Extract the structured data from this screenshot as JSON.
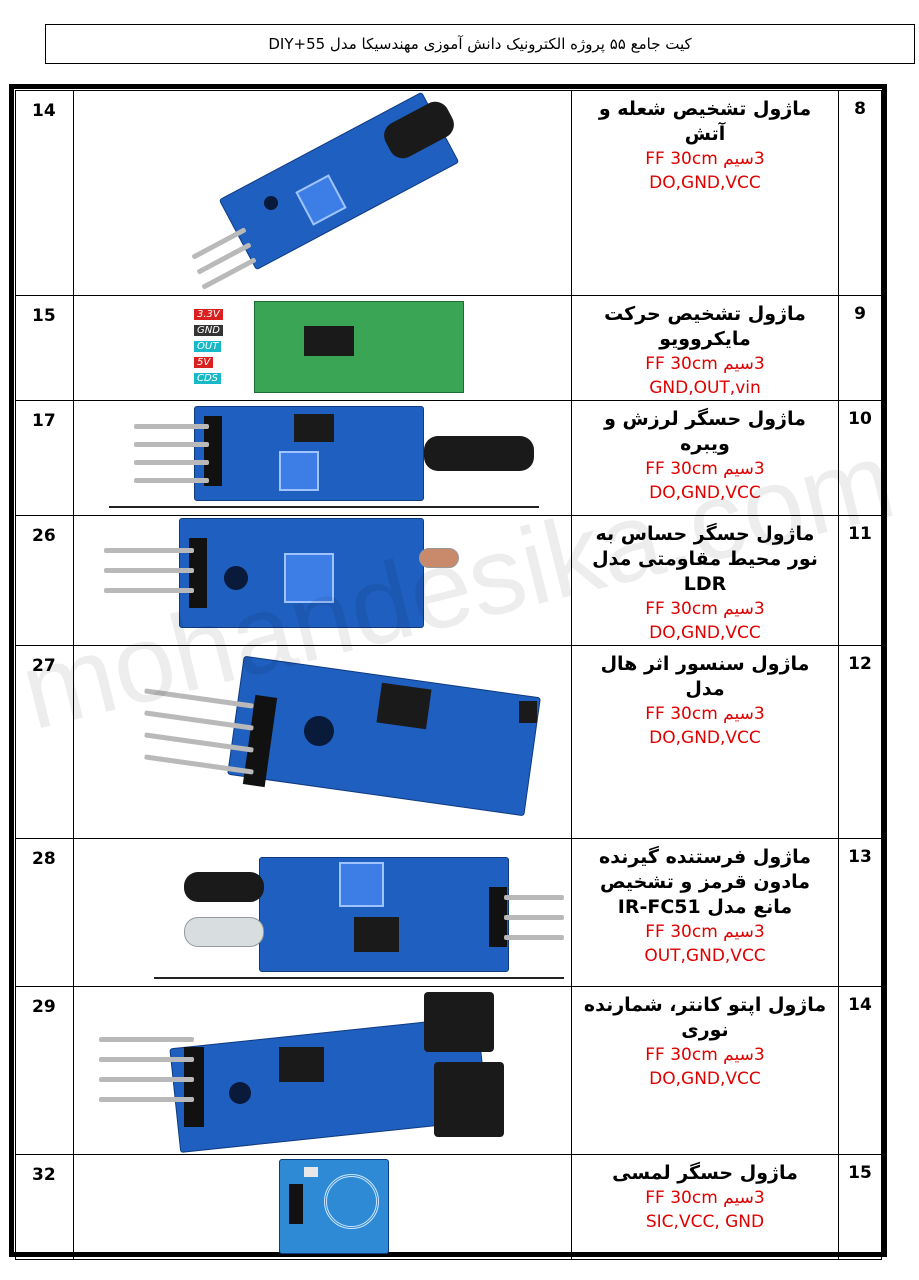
{
  "header": {
    "title": "کیت جامع ۵۵ پروژه الکترونیک دانش آموزی مهندسیکا مدل DIY+55"
  },
  "watermark": "mohandesika.com",
  "rows": [
    {
      "num": "8",
      "title": "ماژول تشخیص شعله و آتش",
      "wire": "3سیم FF 30cm",
      "pins": "DO,GND,VCC",
      "qty": "14",
      "image": "flame-sensor-module-image"
    },
    {
      "num": "9",
      "title": "ماژول تشخیص حرکت مایکروویو",
      "wire": "3سیم FF 30cm",
      "pins": "GND,OUT,vin",
      "qty": "15",
      "image": "microwave-radar-module-image",
      "pin_labels": [
        "3.3V",
        "GND",
        "OUT",
        "5V",
        "CDS"
      ]
    },
    {
      "num": "10",
      "title": "ماژول حسگر لرزش و ویبره",
      "wire": "3سیم FF 30cm",
      "pins": "DO,GND,VCC",
      "qty": "17",
      "image": "vibration-sensor-module-image"
    },
    {
      "num": "11",
      "title": "ماژول حسگر حساس به نور محیط مقاومتی مدل LDR",
      "wire": "3سیم FF 30cm",
      "pins": "DO,GND,VCC",
      "qty": "26",
      "image": "ldr-light-sensor-module-image"
    },
    {
      "num": "12",
      "title": "ماژول سنسور اثر هال مدل",
      "wire": "3سیم FF 30cm",
      "pins": "DO,GND,VCC",
      "qty": "27",
      "image": "hall-effect-sensor-module-image"
    },
    {
      "num": "13",
      "title": "ماژول فرستنده گیرنده مادون قرمز و تشخیص مانع مدل IR-FC51",
      "wire": "3سیم FF 30cm",
      "pins": "OUT,GND,VCC",
      "qty": "28",
      "image": "ir-obstacle-module-image"
    },
    {
      "num": "14",
      "title": "ماژول اپتو کانتر، شمارنده نوری",
      "wire": "3سیم FF 30cm",
      "pins": "DO,GND,VCC",
      "qty": "29",
      "image": "opto-counter-module-image"
    },
    {
      "num": "15",
      "title": "ماژول حسگر لمسی",
      "wire": "3سیم FF 30cm",
      "pins": "SIC,VCC, GND",
      "qty": "32",
      "image": "touch-sensor-module-image"
    }
  ],
  "colors": {
    "accent_red": "#e00000",
    "pcb_blue": "#1f5fbf",
    "pcb_green": "#3aa655"
  }
}
